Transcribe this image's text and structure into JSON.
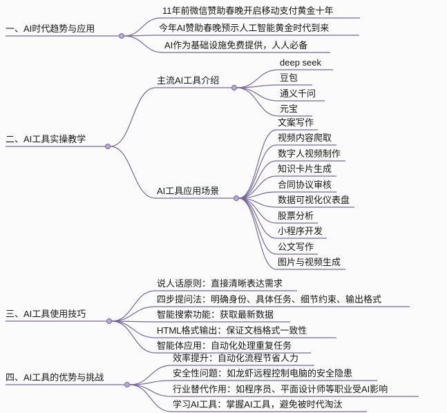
{
  "colors": {
    "line": "#75679e",
    "node_fill": "#b7abd6",
    "text": "#151515",
    "background": "#fbfbfb"
  },
  "mindmap": {
    "branches": [
      {
        "label": "一、AI时代趋势与应用",
        "children": [
          {
            "label": "11年前微信赞助春晚开启移动支付黄金十年"
          },
          {
            "label": "今年AI赞助春晚预示人工智能黄金时代到来"
          },
          {
            "label": "AI作为基础设施免费提供，人人必备"
          }
        ]
      },
      {
        "label": "二、AI工具实操教学",
        "children": [
          {
            "label": "主流AI工具介绍",
            "children": [
              {
                "label": "deep seek"
              },
              {
                "label": "豆包"
              },
              {
                "label": "通义千问"
              },
              {
                "label": "元宝"
              }
            ]
          },
          {
            "label": "AI工具应用场景",
            "children": [
              {
                "label": "文案写作"
              },
              {
                "label": "视频内容爬取"
              },
              {
                "label": "数字人视频制作"
              },
              {
                "label": "知识卡片生成"
              },
              {
                "label": "合同协议审核"
              },
              {
                "label": "数据可视化仪表盘"
              },
              {
                "label": "股票分析"
              },
              {
                "label": "小程序开发"
              },
              {
                "label": "公文写作"
              },
              {
                "label": "图片与视频生成"
              }
            ]
          }
        ]
      },
      {
        "label": "三、AI工具使用技巧",
        "children": [
          {
            "label": "说人话原则：直接清晰表达需求"
          },
          {
            "label": "四步提问法：明确身份、具体任务、细节约束、输出格式"
          },
          {
            "label": "智能搜索功能：获取最新数据"
          },
          {
            "label": "HTML格式输出：保证文档格式一致性"
          },
          {
            "label": "智能体应用：自动化处理重复任务"
          }
        ]
      },
      {
        "label": "四、AI工具的优势与挑战",
        "children": [
          {
            "label": "效率提升：自动化流程节省人力"
          },
          {
            "label": "安全性问题：如龙虾远程控制电脑的安全隐患"
          },
          {
            "label": "行业替代作用：如程序员、平面设计师等职业受AI影响"
          },
          {
            "label": "学习AI工具：掌握AI工具，避免被时代淘汰"
          }
        ]
      }
    ]
  }
}
